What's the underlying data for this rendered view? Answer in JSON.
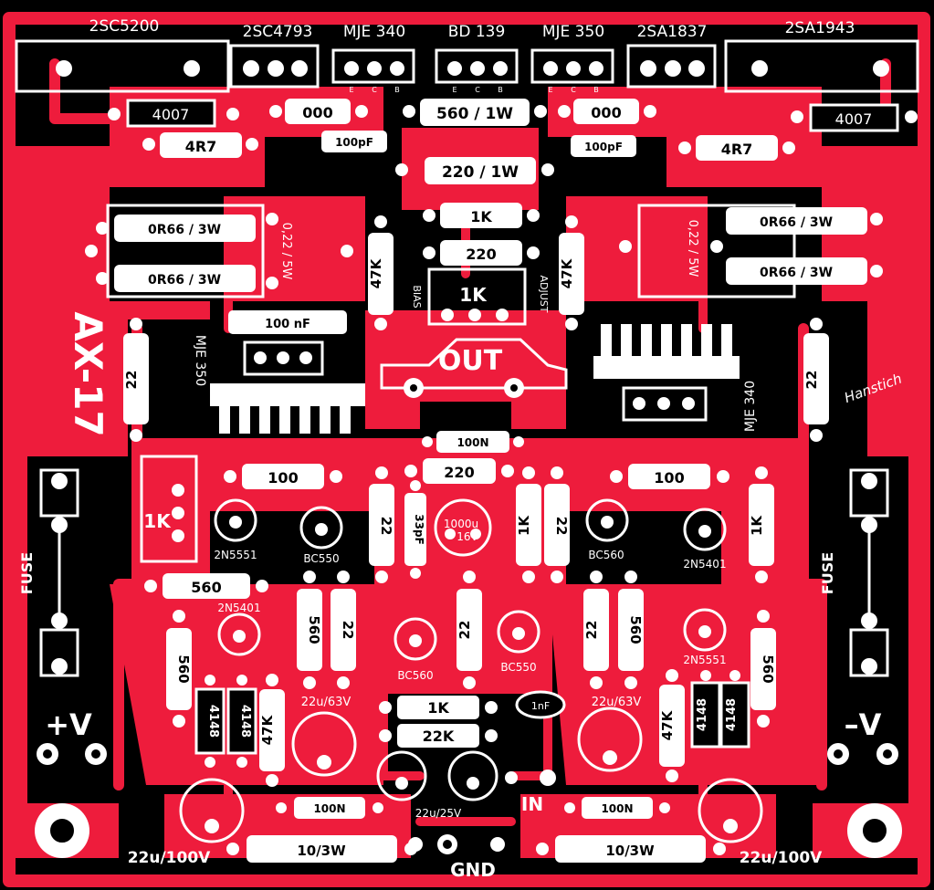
{
  "board": {
    "model": "AX-17",
    "signature": "Hanstich",
    "out_label": "OUT",
    "in_label": "IN",
    "gnd_label": "GND",
    "pos_v_label": "+V",
    "neg_v_label": "–V",
    "fuse_left": "FUSE",
    "fuse_right": "FUSE",
    "bias_label": "BIAS",
    "adjust_label": "ADJUST"
  },
  "transistors_top": [
    {
      "id": "q1",
      "label": "2SC5200"
    },
    {
      "id": "q2",
      "label": "2SC4793"
    },
    {
      "id": "q3",
      "label": "MJE 340"
    },
    {
      "id": "q4",
      "label": "BD 139"
    },
    {
      "id": "q5",
      "label": "MJE 350"
    },
    {
      "id": "q6",
      "label": "2SA1837"
    },
    {
      "id": "q7",
      "label": "2SA1943"
    }
  ],
  "pin_letters": {
    "e": "E",
    "c": "C",
    "b": "B"
  },
  "components": {
    "d_4007_l": "4007",
    "d_4007_r": "4007",
    "r_000_l": "000",
    "r_000_r": "000",
    "r_560_1w": "560 / 1W",
    "c_100pf_l": "100pF",
    "c_100pf_r": "100pF",
    "r_4r7_l": "4R7",
    "r_4r7_r": "4R7",
    "r_220_1w": "220 / 1W",
    "r_0r66_l1": "0R66 / 3W",
    "r_0r66_l2": "0R66 / 3W",
    "r_0r66_r1": "0R66 / 3W",
    "r_0r66_r2": "0R66 / 3W",
    "r_022_l": "0,22 / 5W",
    "r_022_r": "0,22 / 5W",
    "r_1k_top": "1K",
    "r_220_top": "220",
    "trim_1k_bias": "1K",
    "r_47k_l": "47K",
    "r_47k_r": "47K",
    "c_100nf": "100 nF",
    "mje350_mid": "MJE 350",
    "mje340_mid": "MJE 340",
    "r_22_left": "22",
    "r_22_right": "22",
    "c_100n_mid": "100N",
    "r_220_mid": "220",
    "r_100_l": "100",
    "r_100_r": "100",
    "trim_1k_l": "1K",
    "r_22_a": "22",
    "c_33pf": "33pF",
    "cap_1000u": "1000u",
    "cap_1000u_v": "16V",
    "r_1k_a": "1K",
    "r_22_b": "22",
    "r_1k_far": "1K",
    "q_2n5551_l": "2N5551",
    "q_bc550_l": "BC550",
    "q_bc560_r": "BC560",
    "q_2n5401_r": "2N5401",
    "r_560_left": "560",
    "q_2n5401_l": "2N5401",
    "r_560_v1": "560",
    "r_22_v1": "22",
    "r_22_center": "22",
    "r_22_v2": "22",
    "r_560_v2": "560",
    "q_bc560_l": "BC560",
    "q_bc550_r": "BC550",
    "q_2n5551_r": "2N5551",
    "r_560_v3": "560",
    "r_560_v4": "560",
    "d_4148_1": "4148",
    "d_4148_2": "4148",
    "d_4148_3": "4148",
    "d_4148_4": "4148",
    "r_47k_bl": "47K",
    "r_47k_br": "47K",
    "cap_22u63_l": "22u/63V",
    "cap_22u63_r": "22u/63V",
    "r_1k_bot": "1K",
    "r_22k_bot": "22K",
    "c_1nf": "1nF",
    "cap_22u25": "22u/25V",
    "c_100n_bl": "100N",
    "c_100n_br": "100N",
    "r_10_3w_l": "10/3W",
    "r_10_3w_r": "10/3W",
    "cap_22u100_l": "22u/100V",
    "cap_22u100_r": "22u/100V"
  },
  "colors": {
    "copper": "#ee1c3c",
    "background": "#000000",
    "silk": "#ffffff"
  }
}
